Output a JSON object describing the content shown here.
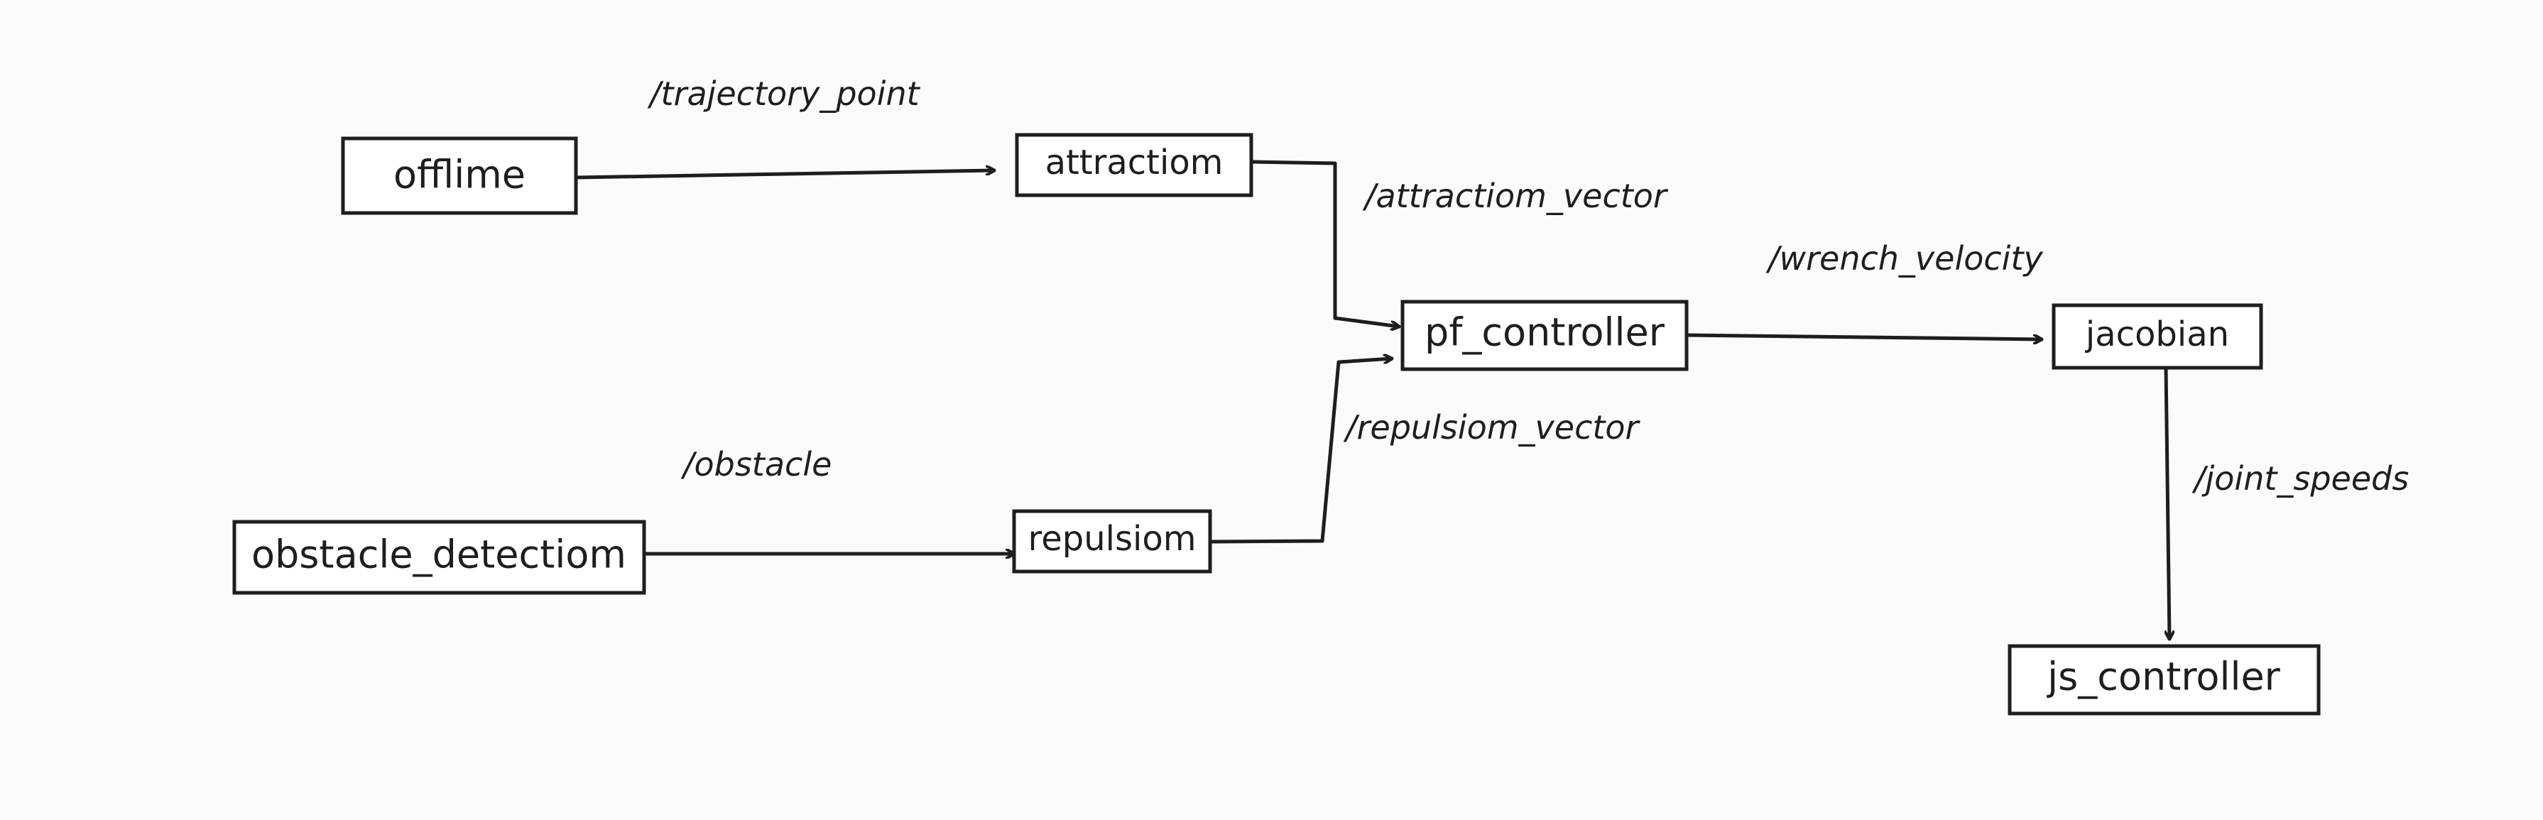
{
  "nodes": {
    "offline": "offlime",
    "attraction": "attractiom",
    "obstacle_detection": "obstacle_detectiom",
    "repulsion": "repulsiom",
    "pf_controller": "pf_controller",
    "jacobian": "jacobian",
    "js_controller": "js_controller"
  },
  "topics": {
    "trajectory_point": "/trajectory_point",
    "obstacle": "/obstacle",
    "attraction_vector": "/attractiom_vector",
    "repulsion_vector": "/repulsiom_vector",
    "wrench_velocity": "/wrench_velocity",
    "joint_speeds": "/joint_speeds"
  },
  "colors": {
    "ink": "#1e1e1e",
    "paper": "#fbfbfb"
  }
}
